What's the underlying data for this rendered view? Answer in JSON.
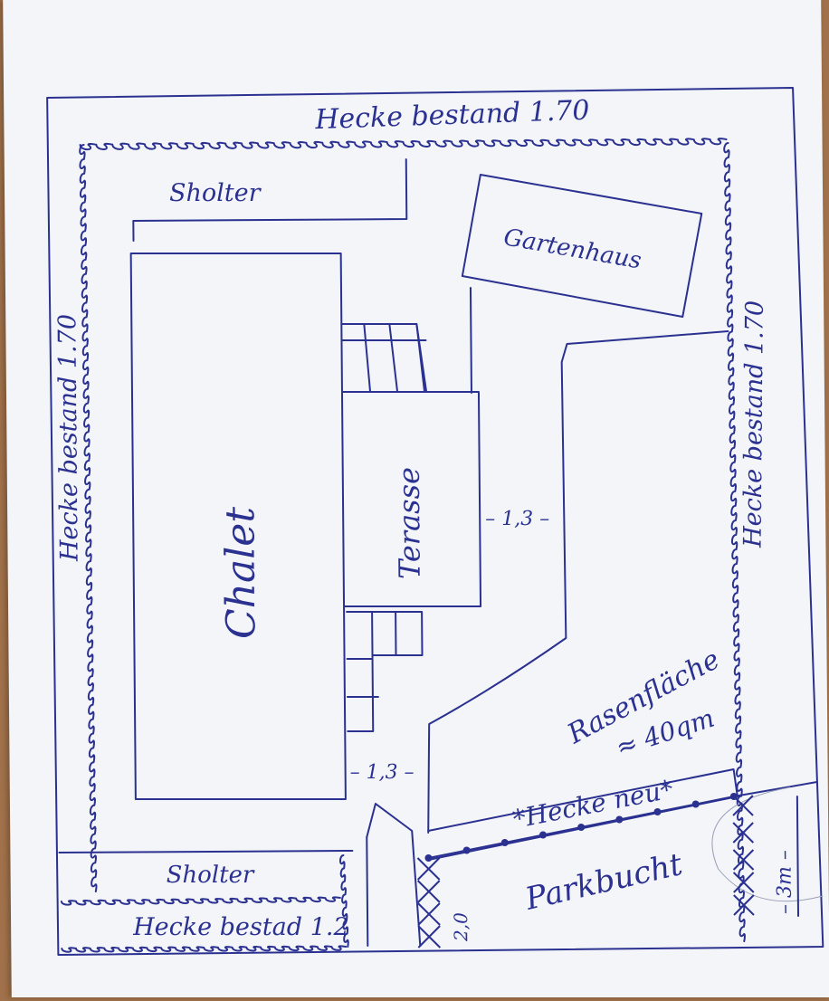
{
  "colors": {
    "ink": "#2b3190",
    "paper": "#f3f5f8",
    "table": "#a0714a"
  },
  "labels": {
    "hedge_top": "Hecke bestand 1.70",
    "hedge_left": "Hecke bestand 1.70",
    "hedge_right": "Hecke bestand 1.70",
    "gravel_top": "Sholter",
    "gravel_bottom": "Sholter",
    "garden_house": "Gartenhaus",
    "chalet": "Chalet",
    "terrace": "Terasse",
    "dim_terrace_gap": "– 1,3 –",
    "dim_chalet_gap": "– 1,3 –",
    "lawn_name": "Rasenfläche",
    "lawn_area": "≈ 40qm",
    "new_hedge": "*Hecke neu*",
    "parking_bay": "Parkbucht",
    "dim_parking_depth": "2,0",
    "dim_parking_side": "– 3m –",
    "hedge_bottom": "Hecke bestad 1.2"
  }
}
